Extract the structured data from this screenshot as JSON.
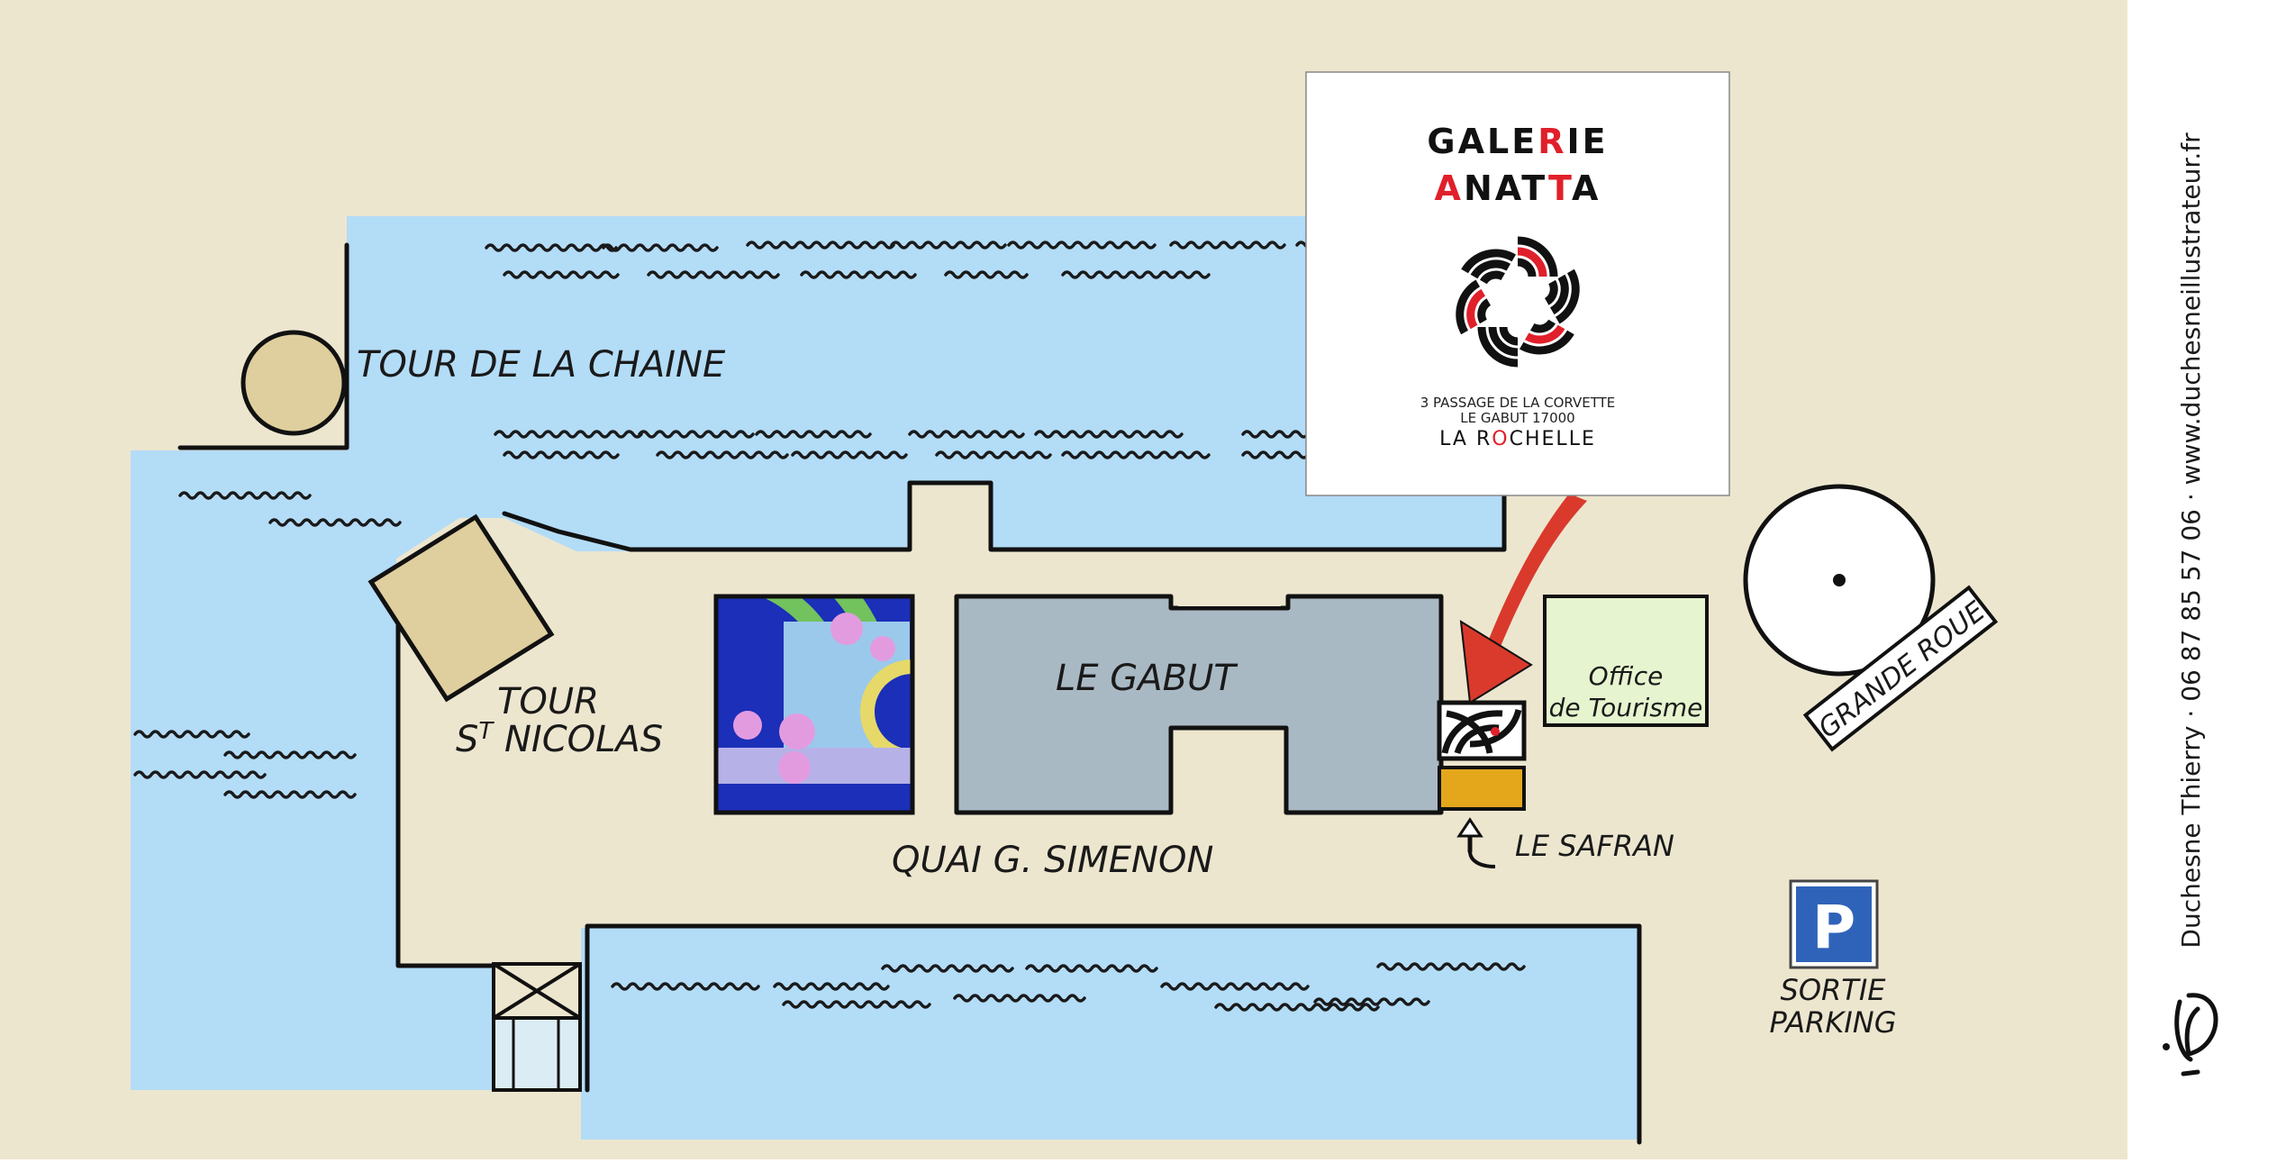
{
  "colors": {
    "land": "#ede6cf",
    "water": "#b3dcf7",
    "building": "#a9b9c4",
    "tower": "#dfcf9e",
    "office": "#e6f4cf",
    "safran": "#e4a71b",
    "parking": "#2f63b9",
    "arrow": "#d93a2c",
    "accent_red": "#e0202a",
    "right_strip": "#ffffff"
  },
  "places": {
    "tour_chaine": "TOUR DE LA CHAINE",
    "tour_nicolas_line1": "TOUR",
    "tour_nicolas_st": "S",
    "tour_nicolas_t": "T",
    "tour_nicolas_name": " NICOLAS",
    "le_gabut": "LE GABUT",
    "quai": "QUAI G. SIMENON",
    "office_line1": "Office",
    "office_line2": "de Tourisme",
    "le_safran": "LE SAFRAN",
    "grande_roue": "GRANDE ROUE",
    "parking_symbol": "P",
    "sortie": "SORTIE",
    "parking": "PARKING"
  },
  "gallery_card": {
    "name_line1": "GALERIE",
    "name_line2": "ANATTA",
    "address_line1": "3 PASSAGE DE LA CORVETTE",
    "address_line2": "LE GABUT 17000",
    "city": "LA ROCHELLE"
  },
  "credit": {
    "text": "Duchesne Thierry · 06 87 85 57 06 · www.duchesneillustrateur.fr",
    "signature": "D"
  },
  "icons": {
    "gallery_logo": "spiral-star-logo-icon",
    "pointer": "red-arrow-icon",
    "safran_pointer": "arrow-up-icon",
    "parking": "parking-sign-icon",
    "ferris_wheel": "ferris-wheel-icon",
    "signature": "signature-icon"
  }
}
